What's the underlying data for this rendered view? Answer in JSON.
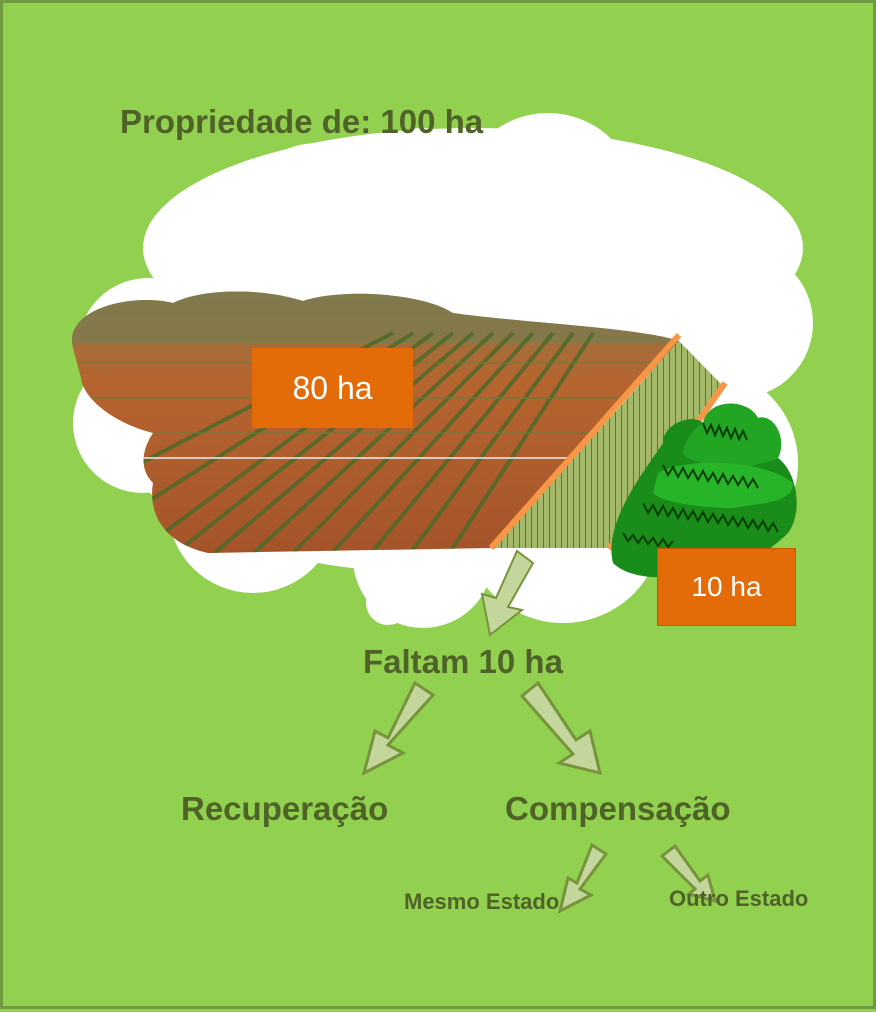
{
  "diagram": {
    "title": "Propriedade de: 100 ha",
    "area_cultivated": "80 ha",
    "area_forest": "10 ha",
    "missing": "Faltam 10 ha",
    "option_recovery": "Recuperação",
    "option_compensation": "Compensação",
    "comp_same_state": "Mesmo Estado",
    "comp_other_state": "Outro Estado"
  },
  "colors": {
    "background": "#92d050",
    "text": "#4f6228",
    "badge": "#e36c09",
    "arrow_fill": "#c3d69b",
    "arrow_stroke": "#77933c",
    "cloud": "#ffffff"
  },
  "icons": {
    "field": "crop-field-image",
    "forest": "forest-trees-icon",
    "strip": "hatched-strip"
  }
}
